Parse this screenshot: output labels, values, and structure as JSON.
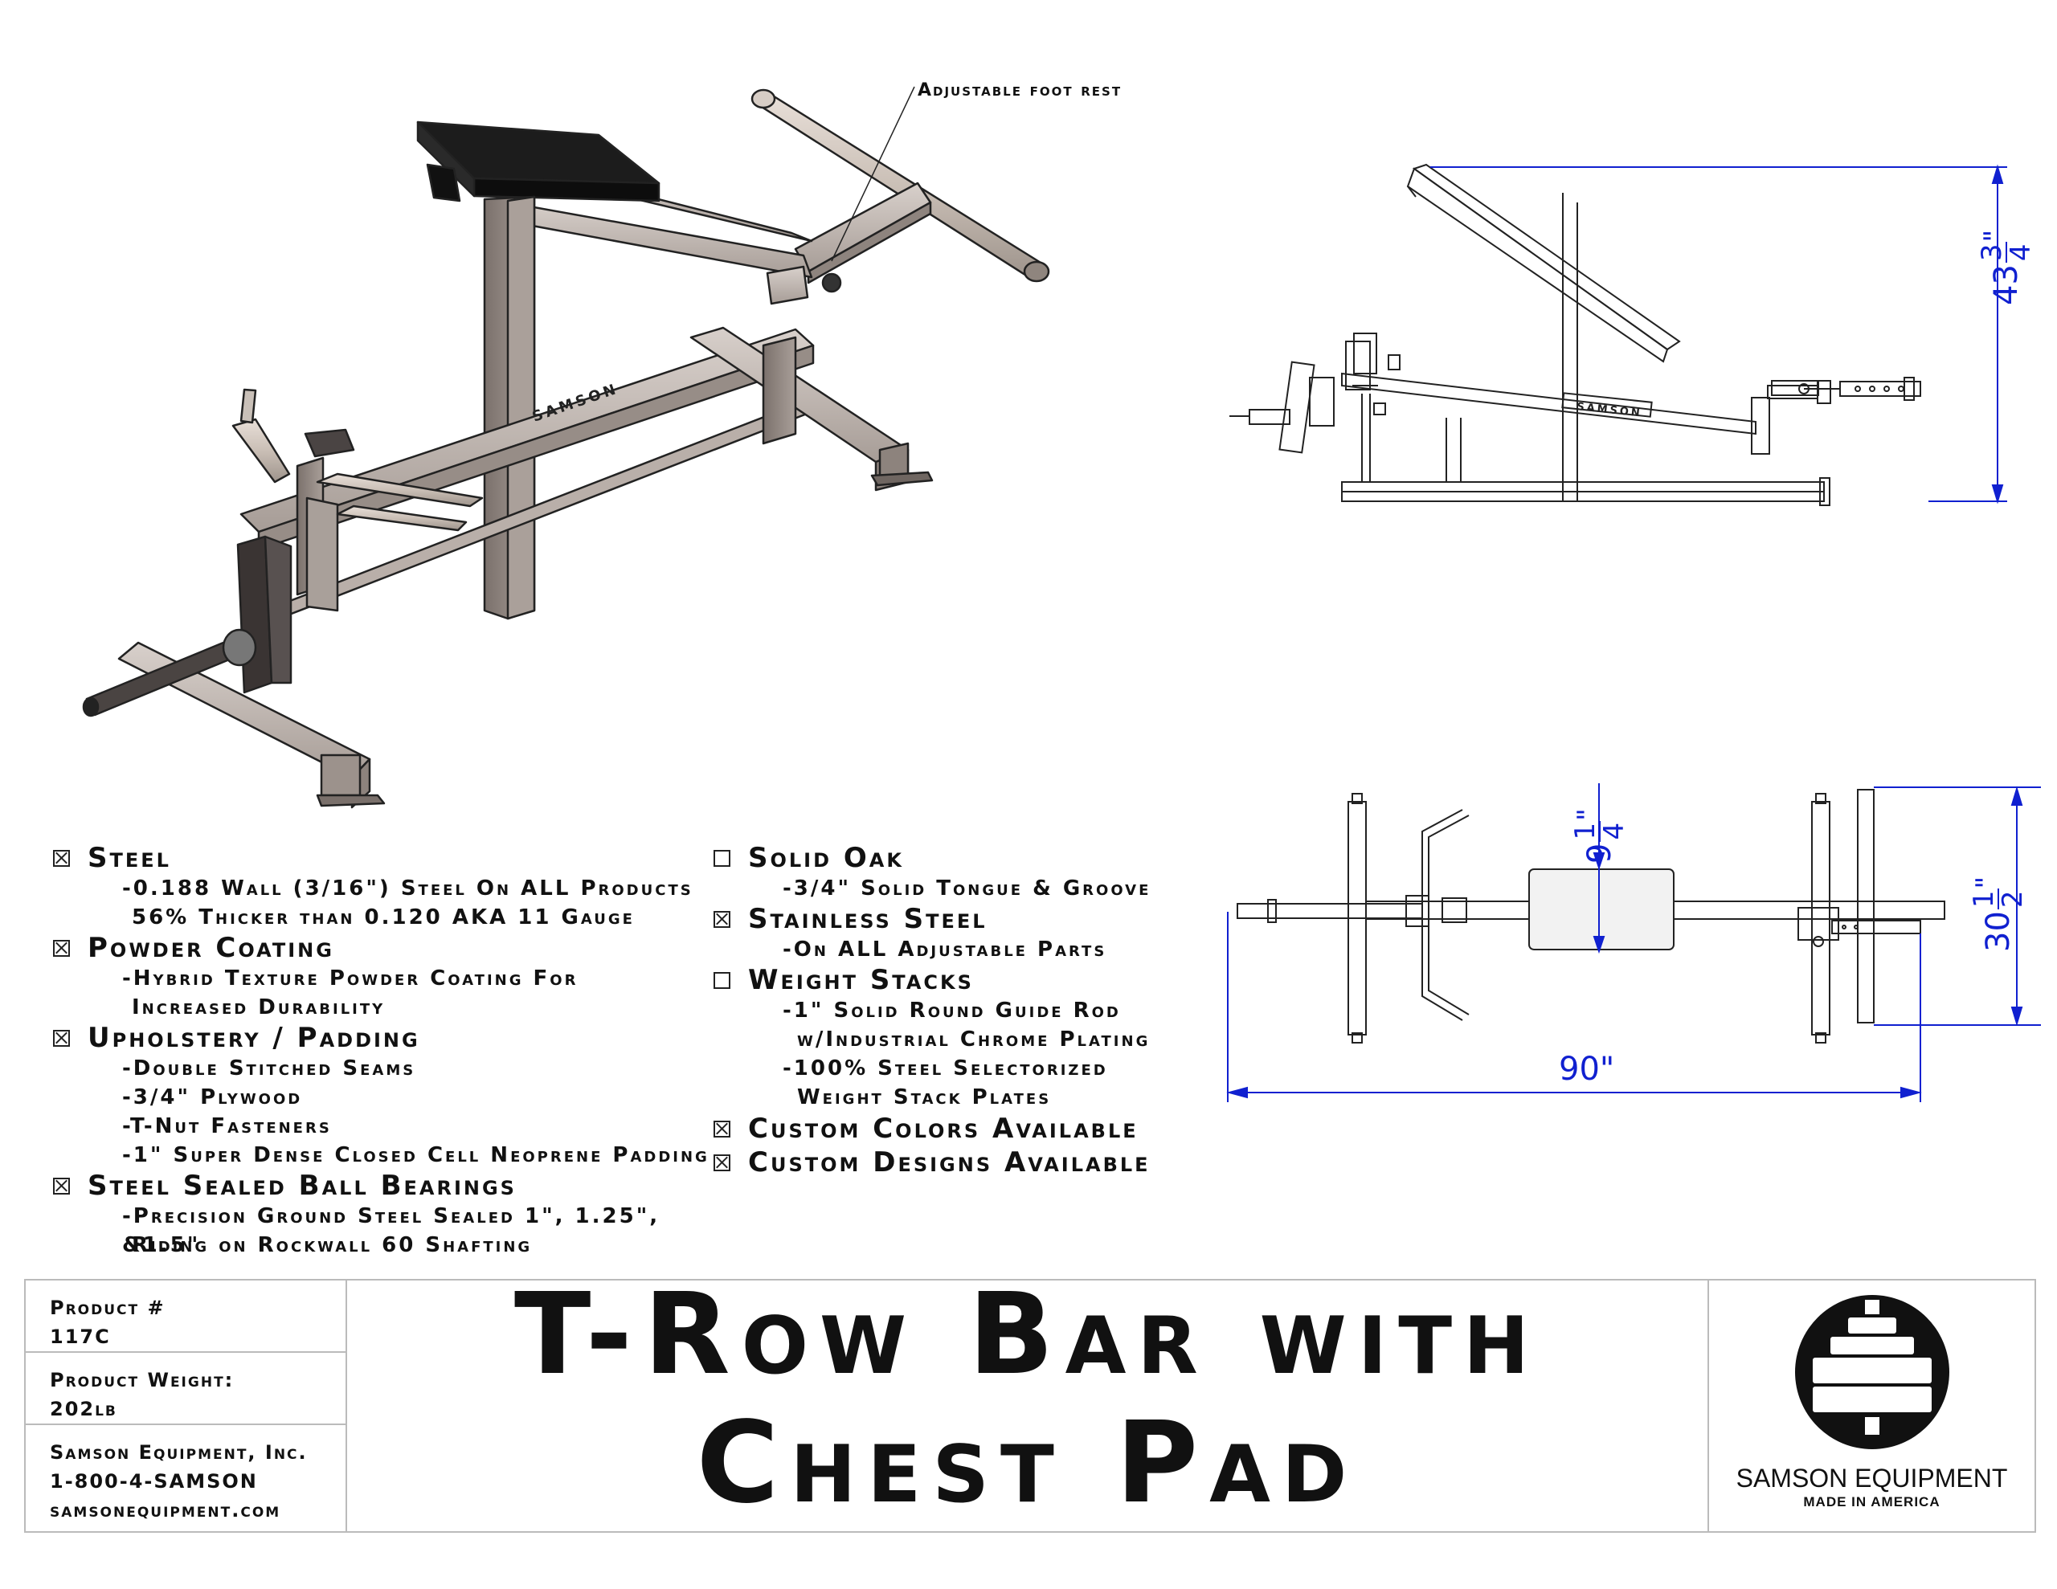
{
  "callout": "Adjustable foot rest",
  "brand_on_frame": "SAMSON",
  "dimensions": {
    "height": {
      "whole": "43",
      "num": "3",
      "den": "4",
      "mark": "\""
    },
    "pad": {
      "whole": "9",
      "num": "1",
      "den": "4",
      "mark": "\""
    },
    "width": {
      "whole": "30",
      "num": "1",
      "den": "2",
      "mark": "\""
    },
    "length": "90\""
  },
  "specs_left": [
    {
      "checked": true,
      "label": "Steel",
      "lines": [
        "-0.188 Wall (3/16\") Steel On ALL Products",
        "56% Thicker than 0.120 AKA 11 Gauge"
      ]
    },
    {
      "checked": true,
      "label": "Powder Coating",
      "lines": [
        "-Hybrid Texture Powder Coating For",
        "Increased Durability"
      ]
    },
    {
      "checked": true,
      "label": "Upholstery / Padding",
      "lines": [
        "-Double Stitched Seams",
        "-3/4\" Plywood",
        "-T-Nut Fasteners",
        "-1\" Super Dense Closed Cell Neoprene Padding"
      ]
    },
    {
      "checked": true,
      "label": "Steel Sealed Ball Bearings",
      "lines": [
        "-Precision Ground Steel Sealed 1\", 1.25\", &1.5\"",
        "Riding on Rockwall 60 Shafting"
      ]
    }
  ],
  "specs_right": [
    {
      "checked": false,
      "label": "Solid Oak",
      "lines": [
        "-3/4\" Solid Tongue & Groove"
      ]
    },
    {
      "checked": true,
      "label": "Stainless Steel",
      "lines": [
        "-On ALL Adjustable Parts"
      ]
    },
    {
      "checked": false,
      "label": "Weight Stacks",
      "lines": [
        "-1\" Solid Round Guide Rod",
        "w/Industrial Chrome Plating",
        "-100% Steel Selectorized",
        "Weight Stack Plates"
      ]
    },
    {
      "checked": true,
      "label": "Custom Colors Available",
      "lines": []
    },
    {
      "checked": true,
      "label": "Custom Designs Available",
      "lines": []
    }
  ],
  "title_block": {
    "product_label": "Product #",
    "product_value": "117C",
    "weight_label": "Product Weight:",
    "weight_value": "202lb",
    "company": "Samson Equipment, Inc.",
    "phone": "1-800-4-SAMSON",
    "website": "samsonequipment.com",
    "title_line1": "T-Row Bar with",
    "title_line2": "Chest Pad",
    "logo_name": "SAMSON EQUIPMENT",
    "logo_tagline": "MADE IN AMERICA"
  }
}
